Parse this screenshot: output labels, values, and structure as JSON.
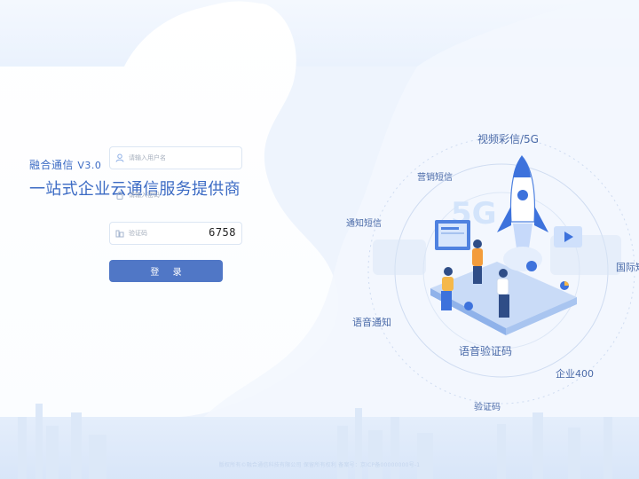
{
  "brand": {
    "product": "融合通信",
    "version": "V3.0",
    "slogan": "一站式企业云通信服务提供商"
  },
  "form": {
    "username_placeholder": "请输入用户名",
    "password_placeholder": "请输入密码",
    "code_placeholder": "验证码",
    "captcha_text": "6758",
    "login_label": "登 录"
  },
  "illustration": {
    "labels": {
      "video_sms": "视频彩信/5G",
      "marketing_sms": "营销短信",
      "notify_sms": "通知短信",
      "international": "国际短",
      "voice_notify": "语音通知",
      "voice_code": "语音验证码",
      "enterprise400": "企业400",
      "verify_code": "验证码",
      "fiveg": "5G"
    }
  },
  "footer": {
    "text": "版权所有©融合通信科技有限公司 保留所有权利 备案号：京ICP备00000000号-1"
  },
  "colors": {
    "brand_blue": "#3c6bc4",
    "button_blue": "#5077c6",
    "label_blue": "#4a6aa8"
  }
}
